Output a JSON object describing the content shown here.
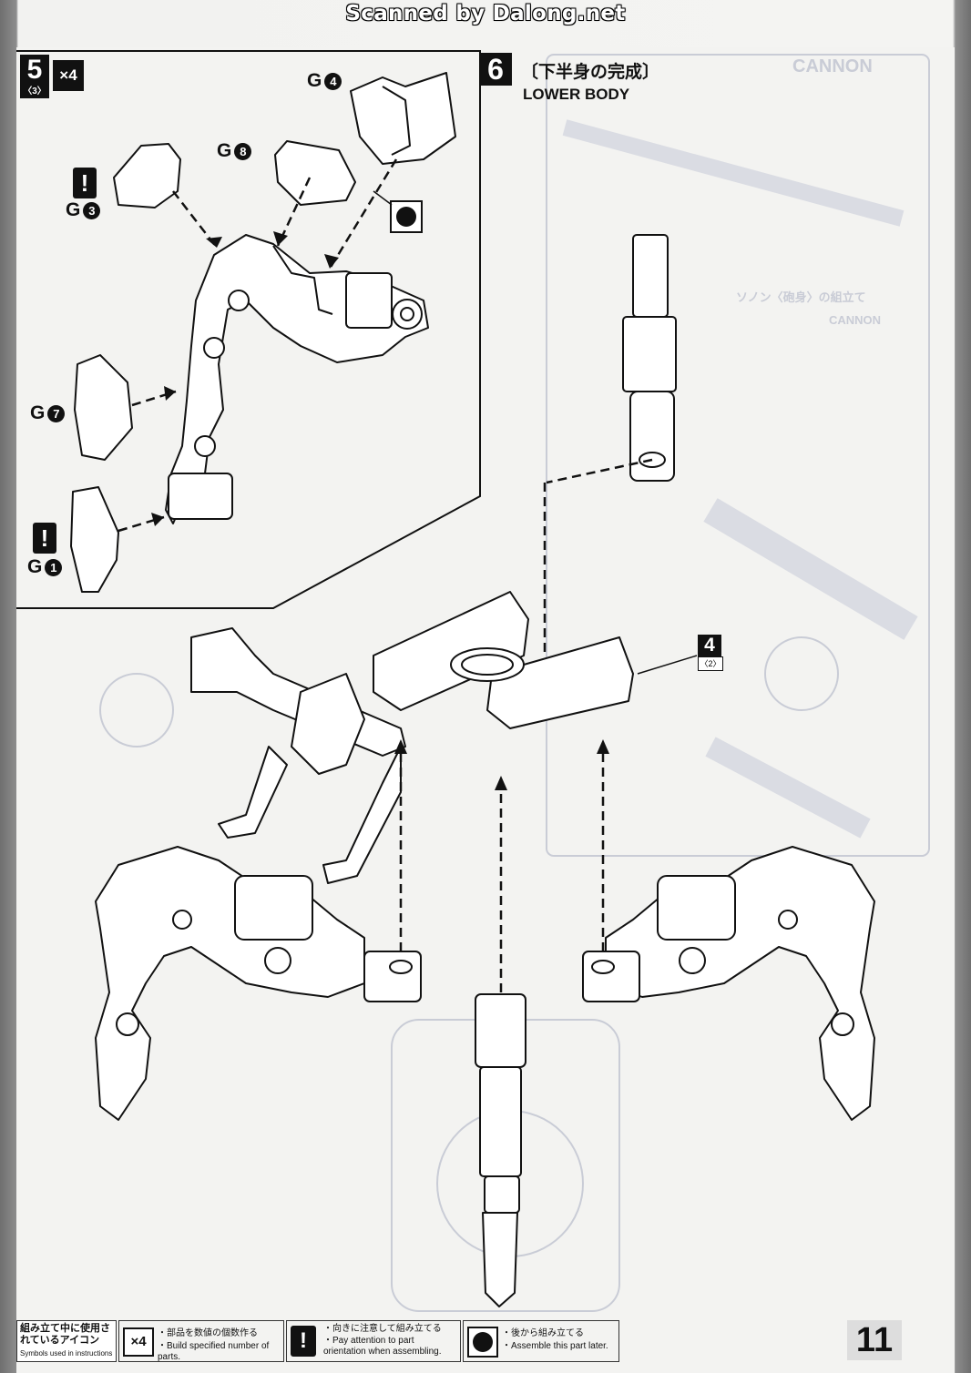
{
  "watermark": "Scanned by Dalong.net",
  "step5": {
    "number": "5",
    "sub": "〈3〉",
    "multiplier": "×4",
    "parts": [
      {
        "letter": "G",
        "num": "4"
      },
      {
        "letter": "G",
        "num": "8"
      },
      {
        "letter": "G",
        "num": "3"
      },
      {
        "letter": "G",
        "num": "7"
      },
      {
        "letter": "G",
        "num": "1"
      }
    ]
  },
  "step6": {
    "number": "6",
    "title_jp": "〔下半身の完成〕",
    "title_en": "LOWER BODY",
    "ref_number": "4",
    "ref_sub": "〈2〉"
  },
  "background_text": {
    "cannon": "CANNON",
    "cannon_jp": "ソノン〈砲身〉の組立て",
    "cannon2": "CANNON"
  },
  "legend": {
    "heading_jp": "組み立て中に使用されているアイコン",
    "heading_en": "Symbols used in instructions",
    "items": [
      {
        "icon": "×4",
        "jp": "・部品を数値の個数作る",
        "en": "・Build specified number of parts."
      },
      {
        "icon": "!",
        "jp": "・向きに注意して組み立てる",
        "en": "・Pay attention to part orientation when assembling."
      },
      {
        "icon": "●",
        "jp": "・後から組み立てる",
        "en": "・Assemble this part later."
      }
    ]
  },
  "page_number": "11"
}
